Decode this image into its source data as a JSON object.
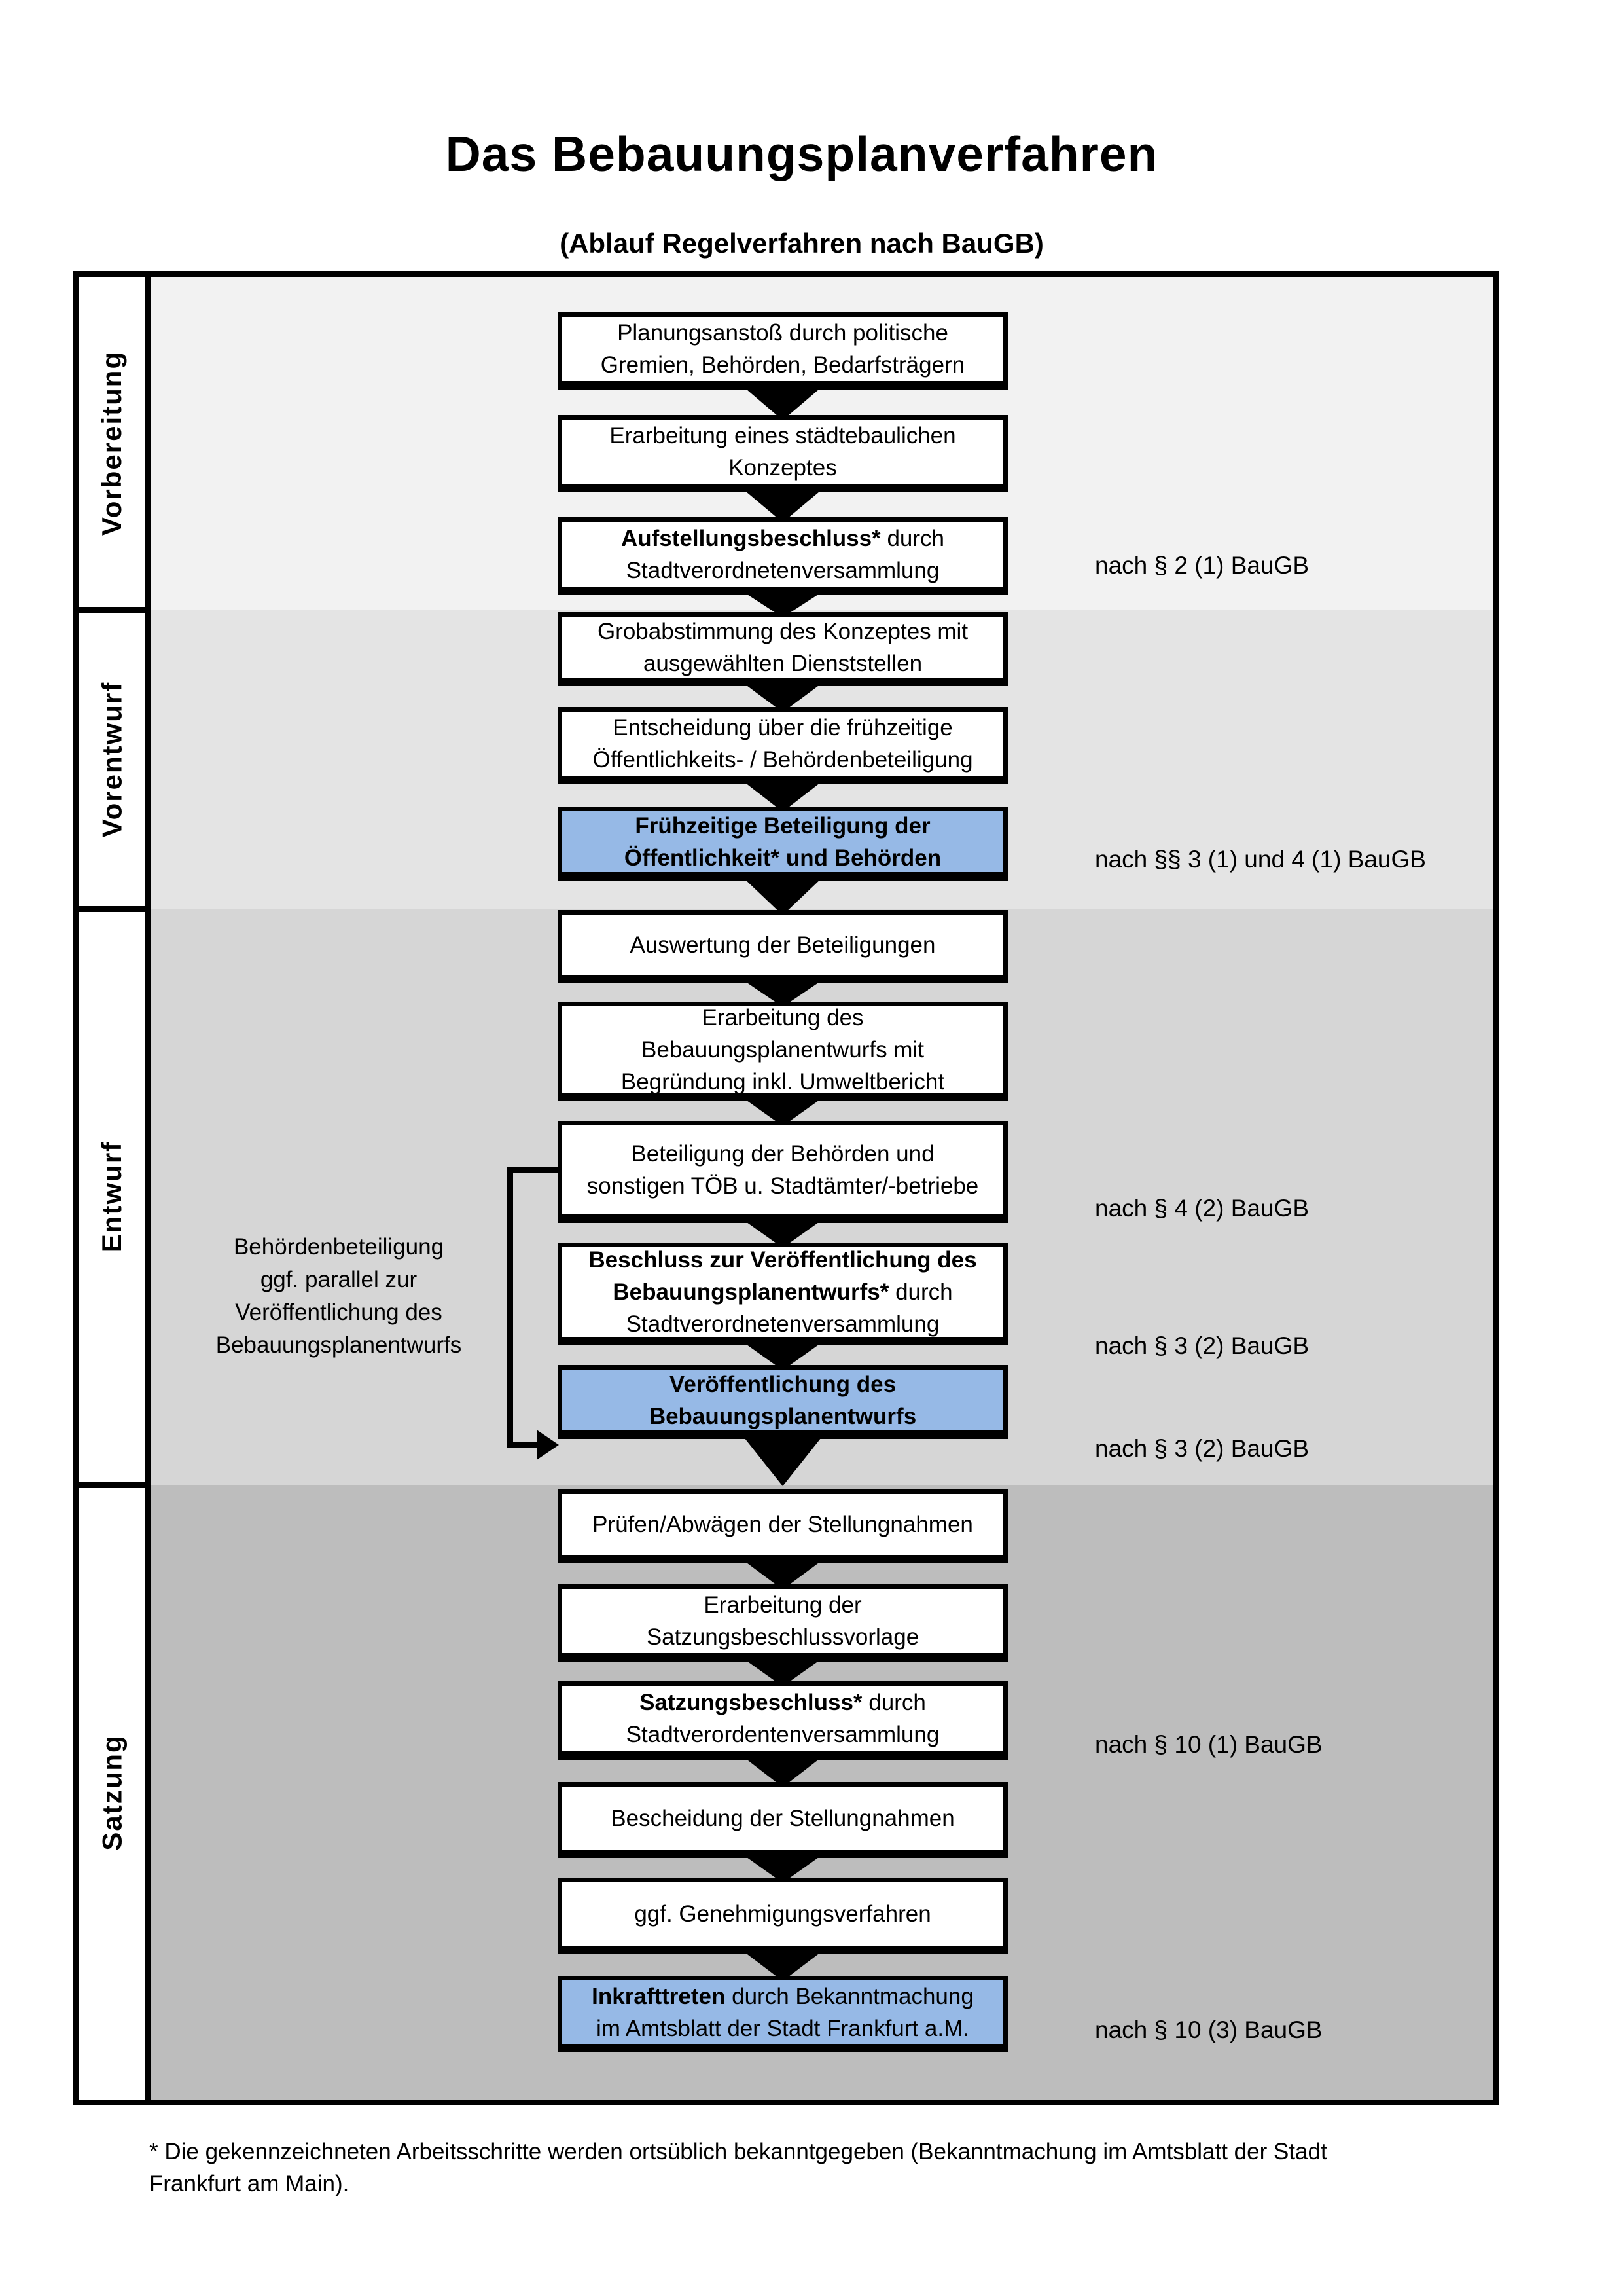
{
  "title": "Das Bebauungsplanverfahren",
  "subtitle": "(Ablauf Regelverfahren nach BauGB)",
  "colors": {
    "blue_box": "#96b9e6",
    "section_vorbereitung": "#f2f2f2",
    "section_vorentwurf": "#e4e4e4",
    "section_entwurf": "#d6d6d6",
    "section_satzung": "#bdbdbd"
  },
  "sections": [
    {
      "id": "vorbereitung",
      "label": "Vorbereitung"
    },
    {
      "id": "vorentwurf",
      "label": "Vorentwurf"
    },
    {
      "id": "entwurf",
      "label": "Entwurf"
    },
    {
      "id": "satzung",
      "label": "Satzung"
    }
  ],
  "boxes": [
    {
      "id": "b1",
      "section": "vorbereitung",
      "variant": "white",
      "lines": [
        [
          {
            "t": "Planungsanstoß durch politische",
            "b": false
          }
        ],
        [
          {
            "t": "Gremien, Behörden, Bedarfsträgern",
            "b": false
          }
        ]
      ]
    },
    {
      "id": "b2",
      "section": "vorbereitung",
      "variant": "white",
      "lines": [
        [
          {
            "t": "Erarbeitung eines städtebaulichen",
            "b": false
          }
        ],
        [
          {
            "t": "Konzeptes",
            "b": false
          }
        ]
      ]
    },
    {
      "id": "b3",
      "section": "vorbereitung",
      "variant": "white",
      "lines": [
        [
          {
            "t": "Aufstellungsbeschluss*",
            "b": true
          },
          {
            "t": " durch",
            "b": false
          }
        ],
        [
          {
            "t": "Stadtverordnetenversammlung",
            "b": false
          }
        ]
      ]
    },
    {
      "id": "b4",
      "section": "vorentwurf",
      "variant": "white",
      "lines": [
        [
          {
            "t": "Grobabstimmung des Konzeptes mit",
            "b": false
          }
        ],
        [
          {
            "t": "ausgewählten Dienststellen",
            "b": false
          }
        ]
      ]
    },
    {
      "id": "b5",
      "section": "vorentwurf",
      "variant": "white",
      "lines": [
        [
          {
            "t": "Entscheidung über die frühzeitige",
            "b": false
          }
        ],
        [
          {
            "t": "Öffentlichkeits- / Behördenbeteiligung",
            "b": false
          }
        ]
      ]
    },
    {
      "id": "b6",
      "section": "vorentwurf",
      "variant": "blue",
      "lines": [
        [
          {
            "t": "Frühzeitige Beteiligung der",
            "b": true
          }
        ],
        [
          {
            "t": "Öffentlichkeit* und Behörden",
            "b": true
          }
        ]
      ]
    },
    {
      "id": "b7",
      "section": "entwurf",
      "variant": "white",
      "lines": [
        [
          {
            "t": "Auswertung der Beteiligungen",
            "b": false
          }
        ]
      ]
    },
    {
      "id": "b8",
      "section": "entwurf",
      "variant": "white",
      "lines": [
        [
          {
            "t": "Erarbeitung des",
            "b": false
          }
        ],
        [
          {
            "t": "Bebauungsplanentwurfs mit",
            "b": false
          }
        ],
        [
          {
            "t": "Begründung inkl. Umweltbericht",
            "b": false
          }
        ]
      ]
    },
    {
      "id": "b9",
      "section": "entwurf",
      "variant": "white",
      "lines": [
        [
          {
            "t": "Beteiligung der Behörden und",
            "b": false
          }
        ],
        [
          {
            "t": "sonstigen TÖB u. Stadtämter/-betriebe",
            "b": false
          }
        ]
      ]
    },
    {
      "id": "b10",
      "section": "entwurf",
      "variant": "white",
      "lines": [
        [
          {
            "t": "Beschluss zur Veröffentlichung des",
            "b": true
          }
        ],
        [
          {
            "t": "Bebauungsplanentwurfs*",
            "b": true
          },
          {
            "t": " durch",
            "b": false
          }
        ],
        [
          {
            "t": "Stadtverordnetenversammlung",
            "b": false
          }
        ]
      ]
    },
    {
      "id": "b11",
      "section": "entwurf",
      "variant": "blue",
      "lines": [
        [
          {
            "t": "Veröffentlichung des",
            "b": true
          }
        ],
        [
          {
            "t": "Bebauungsplanentwurfs",
            "b": true
          }
        ]
      ]
    },
    {
      "id": "b12",
      "section": "satzung",
      "variant": "white",
      "lines": [
        [
          {
            "t": "Prüfen/Abwägen der Stellungnahmen",
            "b": false
          }
        ]
      ]
    },
    {
      "id": "b13",
      "section": "satzung",
      "variant": "white",
      "lines": [
        [
          {
            "t": "Erarbeitung der",
            "b": false
          }
        ],
        [
          {
            "t": "Satzungsbeschlussvorlage",
            "b": false
          }
        ]
      ]
    },
    {
      "id": "b14",
      "section": "satzung",
      "variant": "white",
      "lines": [
        [
          {
            "t": "Satzungsbeschluss*",
            "b": true
          },
          {
            "t": " durch",
            "b": false
          }
        ],
        [
          {
            "t": "Stadtverordentenversammlung",
            "b": false
          }
        ]
      ]
    },
    {
      "id": "b15",
      "section": "satzung",
      "variant": "white",
      "lines": [
        [
          {
            "t": "Bescheidung der Stellungnahmen",
            "b": false
          }
        ]
      ]
    },
    {
      "id": "b16",
      "section": "satzung",
      "variant": "white",
      "lines": [
        [
          {
            "t": "ggf. Genehmigungsverfahren",
            "b": false
          }
        ]
      ]
    },
    {
      "id": "b17",
      "section": "satzung",
      "variant": "blue",
      "lines": [
        [
          {
            "t": "Inkrafttreten",
            "b": true
          },
          {
            "t": " durch Bekanntmachung",
            "b": false
          }
        ],
        [
          {
            "t": "im Amtsblatt der Stadt Frankfurt a.M.",
            "b": false
          }
        ]
      ]
    }
  ],
  "references": [
    "nach § 2 (1) BauGB",
    "nach §§ 3 (1) und 4 (1) BauGB",
    "nach § 4 (2) BauGB",
    "nach § 3 (2) BauGB",
    "nach § 3 (2) BauGB",
    "nach § 10 (1) BauGB",
    "nach § 10 (3) BauGB"
  ],
  "side_note_lines": [
    "Behördenbeteiligung",
    "ggf. parallel zur",
    "Veröffentlichung des",
    "Bebauungsplanentwurfs"
  ],
  "footnote_line1": "* Die gekennzeichneten Arbeitsschritte werden ortsüblich bekanntgegeben (Bekanntmachung im Amtsblatt  der Stadt",
  "footnote_line2": "Frankfurt am Main)."
}
